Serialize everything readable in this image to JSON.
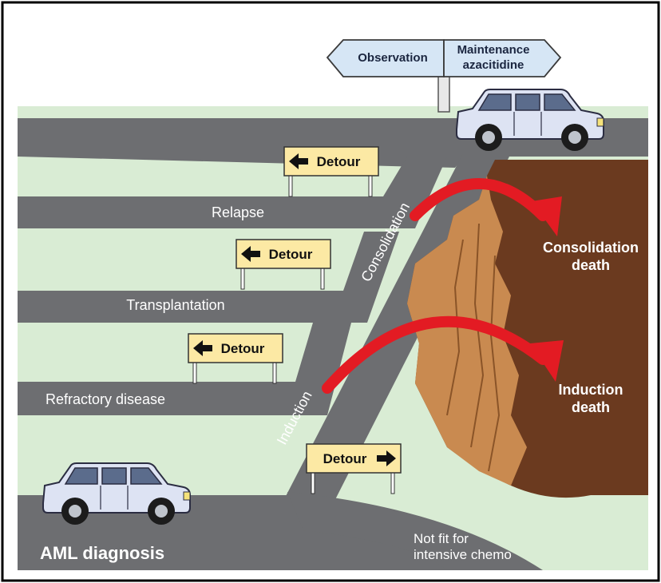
{
  "sign": {
    "left_label": "Observation",
    "right_label_line1": "Maintenance",
    "right_label_line2": "azacitidine"
  },
  "detour_label": "Detour",
  "roads": {
    "relapse": "Relapse",
    "transplantation": "Transplantation",
    "refractory": "Refractory disease",
    "consolidation": "Consolidation",
    "induction": "Induction",
    "not_fit_line1": "Not fit for",
    "not_fit_line2": "intensive chemo",
    "start": "AML diagnosis"
  },
  "cliff": {
    "consolidation_death_line1": "Consolidation",
    "consolidation_death_line2": "death",
    "induction_death_line1": "Induction",
    "induction_death_line2": "death"
  },
  "colors": {
    "sky": "#ffffff",
    "grass": "#d9ecd4",
    "road": "#6d6e71",
    "cliff": "#6b3a1f",
    "cliff_face": "#c98a50",
    "arrow": "#e31b23",
    "sign_yellow": "#fce9a4",
    "sign_blue": "#d6e6f5",
    "car": "#dde3f3"
  }
}
